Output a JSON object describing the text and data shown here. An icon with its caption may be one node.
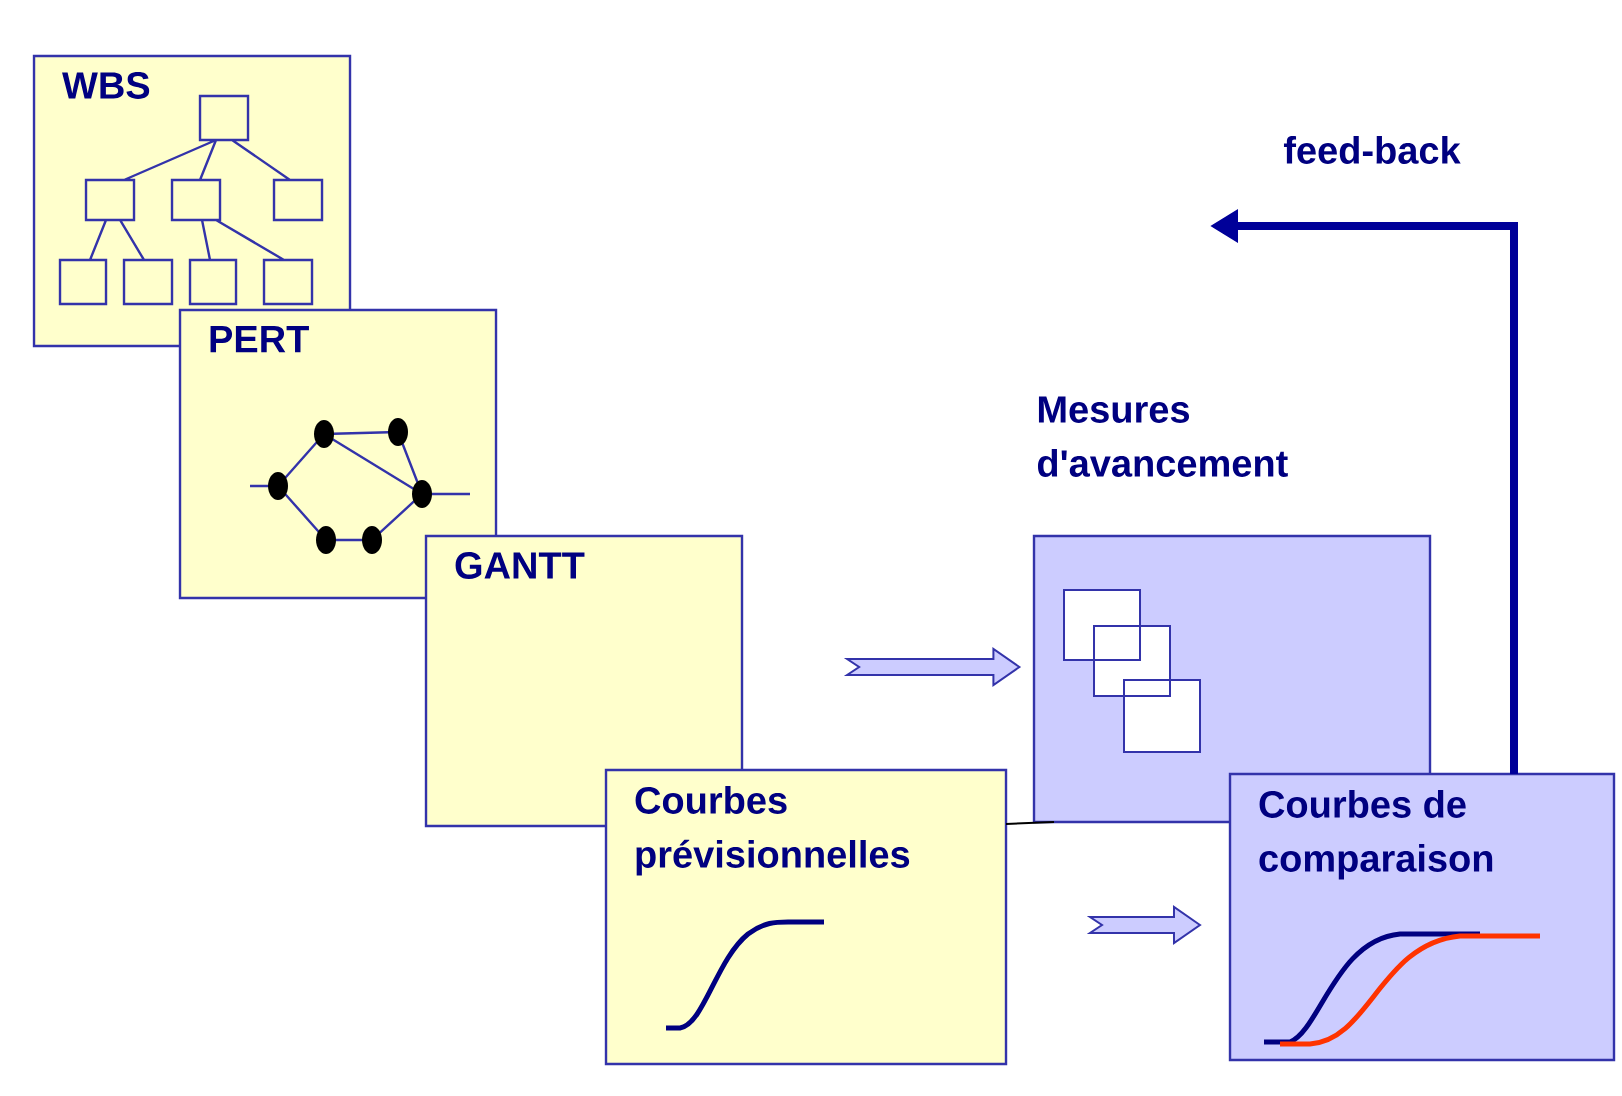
{
  "diagram": {
    "nodes": [
      {
        "text": [
          "WBS"
        ]
      },
      {
        "text": [
          "PERT"
        ]
      },
      {
        "text": [
          "GANTT"
        ]
      },
      {
        "text": [
          "Courbes prévisionnelles"
        ]
      },
      {
        "text": [
          "Mesures d'avancement"
        ]
      },
      {
        "text": [
          "Courbes de comparaison"
        ]
      }
    ],
    "edges": [
      {
        "from": 2,
        "to": 4,
        "arrow": "to"
      },
      {
        "from": 3,
        "to": 5,
        "arrow": "to"
      },
      {
        "from": 3,
        "to": 4,
        "arrow": "none",
        "color": "#000000"
      },
      {
        "from": 5,
        "to": null,
        "arrow": "to",
        "label": "feed-back",
        "style": "thick",
        "color": "#000099"
      }
    ]
  }
}
